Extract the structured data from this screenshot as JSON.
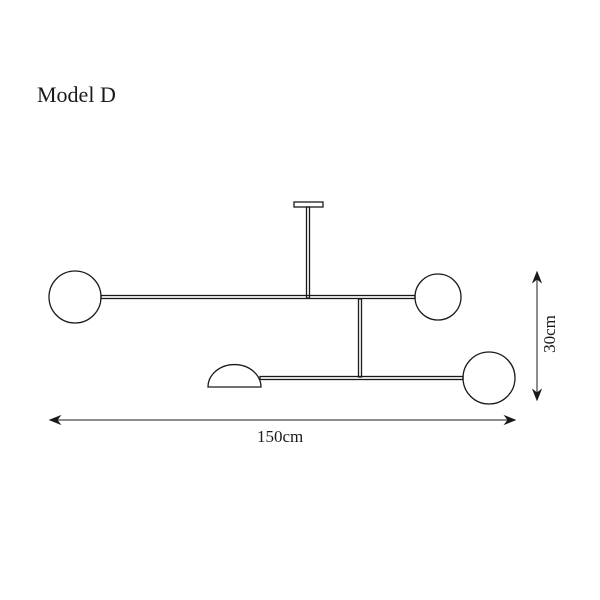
{
  "title": "Model D",
  "dimensions": {
    "width_label": "150cm",
    "height_label": "30cm"
  },
  "colors": {
    "line": "#1a1a1a",
    "background": "#ffffff"
  }
}
